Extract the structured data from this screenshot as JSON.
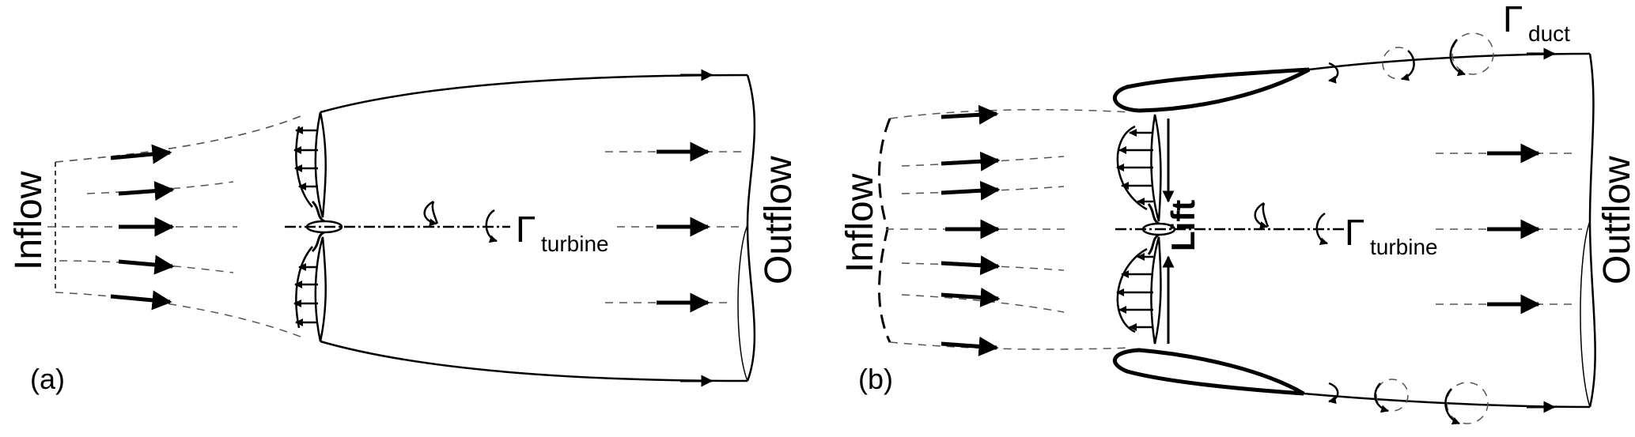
{
  "panel_a": {
    "tag": "(a)",
    "inflow": "Inflow",
    "outflow": "Outflow",
    "gamma_symbol": "Γ",
    "turbine_subscript": "turbine"
  },
  "panel_b": {
    "tag": "(b)",
    "inflow": "Inflow",
    "outflow": "Outflow",
    "lift": "Lift",
    "gamma_turbine_symbol": "Γ",
    "turbine_subscript": "turbine",
    "gamma_duct_symbol": "Γ",
    "duct_subscript": "duct"
  }
}
